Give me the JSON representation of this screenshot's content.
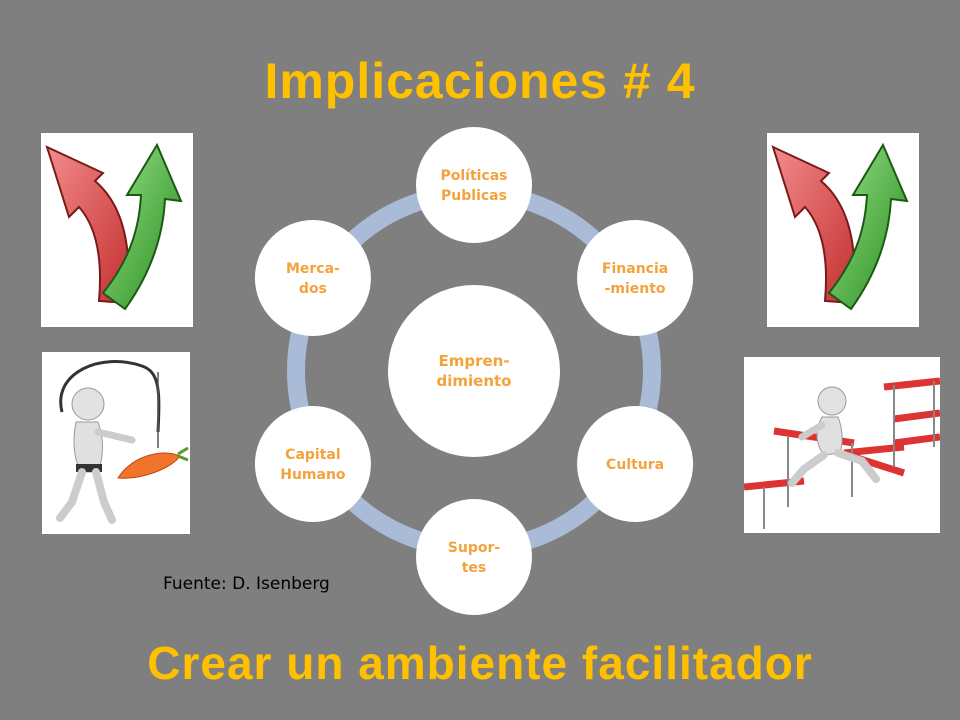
{
  "slide": {
    "title": "Implicaciones # 4",
    "subtitle": "Crear un ambiente facilitador",
    "source": "Fuente: D. Isenberg"
  },
  "diagram": {
    "hub": {
      "lines": [
        "Empren-",
        "dimiento"
      ]
    },
    "nodes": [
      {
        "id": "politicas",
        "lines": [
          "Políticas",
          "Publicas"
        ]
      },
      {
        "id": "financiamiento",
        "lines": [
          "Financia",
          "-miento"
        ]
      },
      {
        "id": "cultura",
        "lines": [
          "Cultura"
        ]
      },
      {
        "id": "soportes",
        "lines": [
          "Supor-",
          "tes"
        ]
      },
      {
        "id": "capital-humano",
        "lines": [
          "Capital",
          "Humano"
        ]
      },
      {
        "id": "mercados",
        "lines": [
          "Merca-",
          "dos"
        ]
      }
    ]
  },
  "images": {
    "left_top": "red-green-arrows-image",
    "right_top": "red-green-arrows-image",
    "left_bottom": "figure-chasing-carrot-image",
    "right_bottom": "figure-jumping-hurdles-image"
  },
  "colors": {
    "background": "#7f7f7f",
    "title": "#ffc000",
    "node_text": "#f4a23c",
    "ring": "#a9bbd6",
    "node_fill": "#ffffff",
    "arrow_red": "#e04c4c",
    "arrow_green": "#3bb02e"
  }
}
